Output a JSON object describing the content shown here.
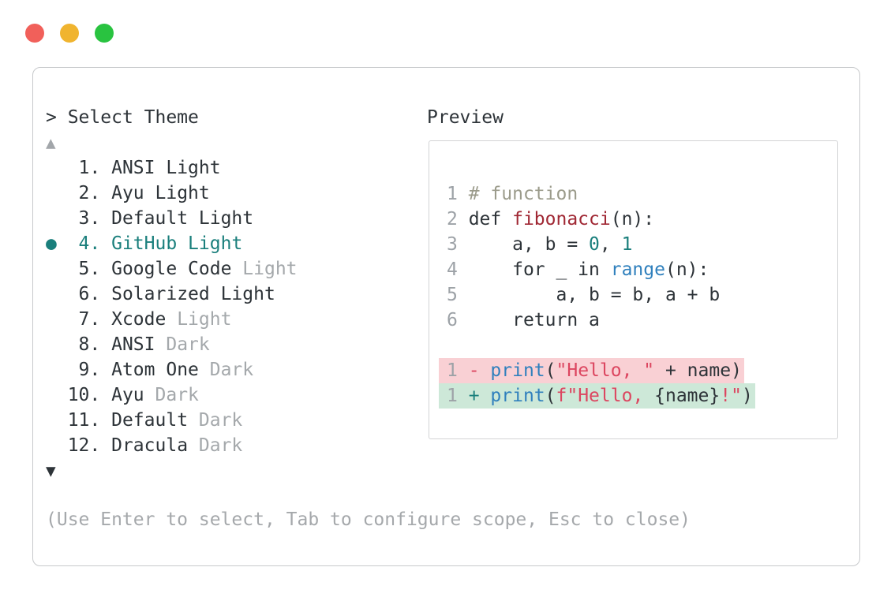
{
  "titlebar": {
    "buttons": [
      {
        "name": "close",
        "color": "#f1605a"
      },
      {
        "name": "minimize",
        "color": "#f0b42f"
      },
      {
        "name": "zoom",
        "color": "#29c340"
      }
    ]
  },
  "selector": {
    "caret": "> ",
    "title": "Select Theme",
    "scroll_up_icon": "▲",
    "scroll_down_icon": "▼",
    "items": [
      {
        "marker": " ",
        "number": "  1. ",
        "name": "ANSI",
        "variant": " Light"
      },
      {
        "marker": " ",
        "number": "  2. ",
        "name": "Ayu",
        "variant": " Light"
      },
      {
        "marker": " ",
        "number": "  3. ",
        "name": "Default",
        "variant": " Light"
      },
      {
        "marker": "●",
        "number": "  4. ",
        "name": "GitHub",
        "variant": " Light"
      },
      {
        "marker": " ",
        "number": "  5. ",
        "name": "Google Code",
        "variant": " Light"
      },
      {
        "marker": " ",
        "number": "  6. ",
        "name": "Solarized",
        "variant": " Light"
      },
      {
        "marker": " ",
        "number": "  7. ",
        "name": "Xcode",
        "variant": " Light"
      },
      {
        "marker": " ",
        "number": "  8. ",
        "name": "ANSI",
        "variant": " Dark"
      },
      {
        "marker": " ",
        "number": "  9. ",
        "name": "Atom One",
        "variant": " Dark"
      },
      {
        "marker": " ",
        "number": " 10. ",
        "name": "Ayu",
        "variant": " Dark"
      },
      {
        "marker": " ",
        "number": " 11. ",
        "name": "Default",
        "variant": " Dark"
      },
      {
        "marker": " ",
        "number": " 12. ",
        "name": "Dracula",
        "variant": " Dark"
      }
    ],
    "selected_index": 3,
    "footer_hint": "(Use Enter to select, Tab to configure scope, Esc to close)"
  },
  "preview": {
    "label": "Preview",
    "lines": [
      {
        "gutter": "1 ",
        "tokens": {
          "comment": "# function"
        }
      },
      {
        "gutter": "2 ",
        "tokens": {
          "pre": "def ",
          "func": "fibonacci",
          "post": "(n):"
        }
      },
      {
        "gutter": "3 ",
        "tokens": {
          "pre": "    a, b = ",
          "num1": "0",
          "mid": ", ",
          "num2": "1"
        }
      },
      {
        "gutter": "4 ",
        "tokens": {
          "pre": "    for _ in ",
          "builtin": "range",
          "post": "(n):"
        }
      },
      {
        "gutter": "5 ",
        "tokens": {
          "plain": "        a, b = b, a + b"
        }
      },
      {
        "gutter": "6 ",
        "tokens": {
          "plain": "    return a"
        }
      }
    ],
    "diff": {
      "removed": {
        "gutter": "1 ",
        "sign": "- ",
        "call": "print",
        "open": "(",
        "string": "\"Hello, \"",
        "rest": " + name)"
      },
      "added": {
        "gutter": "1 ",
        "sign": "+ ",
        "call": "print",
        "open": "(",
        "str1": "f\"Hello, ",
        "expr": "{name}",
        "str2": "!\"",
        "close": ")"
      }
    }
  },
  "colors": {
    "ink": "#2d3338",
    "muted_gray": "#a4a8ab",
    "gutter_gray": "#9da2a7",
    "comment_gray": "#9b9b8b",
    "accent_teal": "#1a7f7c",
    "keyword_blue": "#3080bd",
    "string_crimson": "#dc4660",
    "function_red": "#a02834",
    "diff_removed_bg": "#f9d0d4",
    "diff_added_bg": "#cde8d8",
    "traffic_red": "#f1605a",
    "traffic_yellow": "#f0b42f",
    "traffic_green": "#29c340",
    "window_border": "#c7c9cb"
  }
}
